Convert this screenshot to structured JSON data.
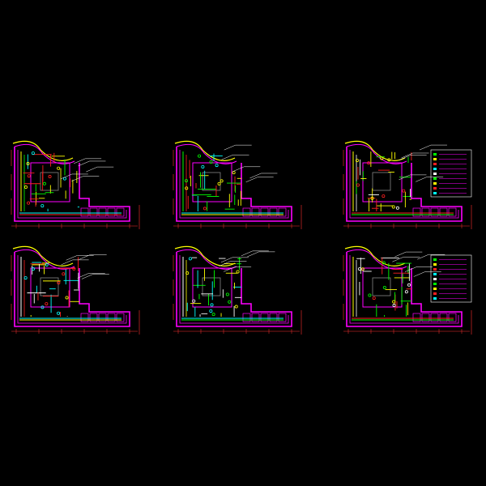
{
  "drawing": {
    "background": "#000000",
    "palette": {
      "wall": "#ff00ff",
      "pipe_red": "#ff2020",
      "pipe_yellow": "#ffff00",
      "pipe_green": "#00ff00",
      "pipe_cyan": "#00ffff",
      "pipe_white": "#ffffff",
      "pipe_blue": "#2040ff",
      "dimension": "#ff3030"
    },
    "sheets": [
      {
        "key": "sheet-1",
        "theme": "red-yellow",
        "legend": false
      },
      {
        "key": "sheet-2",
        "theme": "yellow-green",
        "legend": false
      },
      {
        "key": "sheet-3",
        "theme": "legend-plan",
        "legend": true
      },
      {
        "key": "sheet-4",
        "theme": "yellow-white",
        "legend": false
      },
      {
        "key": "sheet-5",
        "theme": "green-white",
        "legend": false
      },
      {
        "key": "sheet-6",
        "theme": "legend-plan",
        "legend": true
      }
    ]
  }
}
